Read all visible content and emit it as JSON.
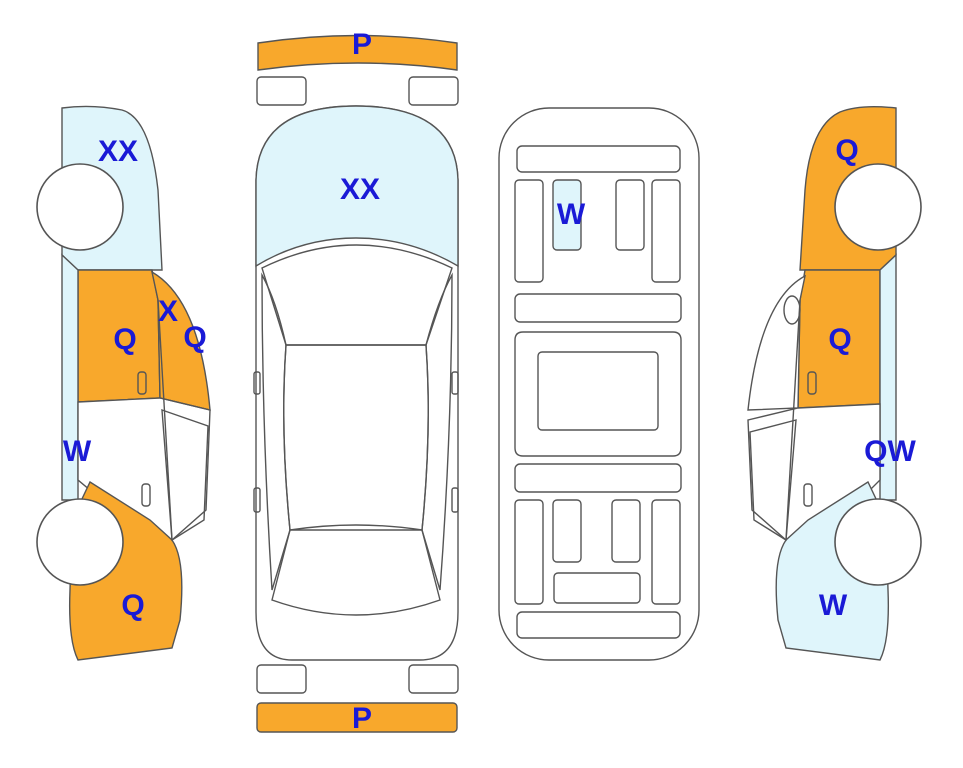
{
  "colors": {
    "damage_orange": "#f8a82c",
    "damage_lightblue": "#dff5fb",
    "label_blue": "#1a1ad6",
    "outline": "#555555"
  },
  "labels": {
    "front_bumper": "P",
    "rear_bumper": "P",
    "hood": "XX",
    "roof_panel": "W",
    "left_front_fender": "XX",
    "left_front_door": "Q",
    "left_a_pillar": "X",
    "left_window": "Q",
    "left_rocker": "W",
    "left_rear_quarter": "Q",
    "right_front_fender": "Q",
    "right_front_door": "Q",
    "right_rocker": "QW",
    "right_rear_quarter": "W"
  }
}
